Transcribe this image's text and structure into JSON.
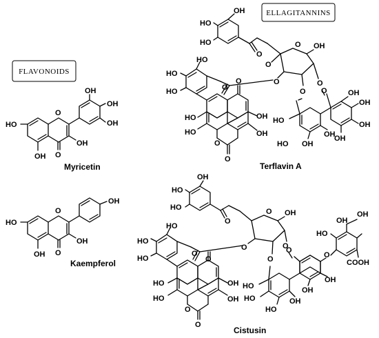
{
  "section_labels": {
    "flavonoids": "FLAVONOIDS",
    "ellagitannins": "ELLAGITANNINS"
  },
  "compounds": {
    "myricetin": "Myricetin",
    "kaempferol": "Kaempferol",
    "terflavin_a": "Terflavin A",
    "cistusin": "Cistusin"
  },
  "atoms": {
    "oh": "OH",
    "ho": "HO",
    "o": "O",
    "cooh": "COOH"
  }
}
